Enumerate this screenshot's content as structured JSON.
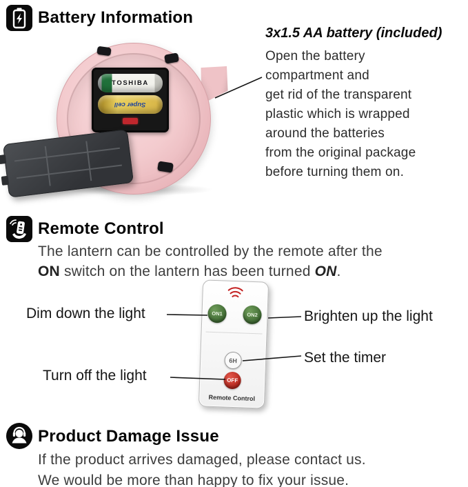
{
  "colors": {
    "button_green": "#4a7a3d",
    "button_red": "#c0332a",
    "ir_red": "#c42222",
    "lantern_pink": "#f0c6c9",
    "cover_gray": "#3f4245"
  },
  "icons": {
    "battery": "battery-icon",
    "remote": "remote-hand-icon",
    "damage": "customer-service-icon"
  },
  "battery_section": {
    "heading": "Battery Information",
    "callout_title": "3x1.5 AA battery (included)",
    "callout_lines": [
      "Open the battery",
      "compartment and",
      "get rid of the transparent",
      "plastic which is wrapped",
      "around the batteries",
      "from the original package",
      "before turning them on."
    ],
    "battery1_brand": "TOSHIBA",
    "battery2_brand": "Super cell"
  },
  "remote_section": {
    "heading": "Remote Control",
    "desc_line1": "The lantern can be controlled by the remote after the",
    "desc_bold1": "ON",
    "desc_mid": " switch on the lantern has been turned ",
    "desc_bold2": "ON",
    "desc_period": ".",
    "label_dim": "Dim down the light",
    "label_brighten": "Brighten up the light",
    "label_timer": "Set the timer",
    "label_off": "Turn off the light",
    "remote": {
      "btn_on1": "ON1",
      "btn_on2": "ON2",
      "btn_timer": "6H",
      "btn_off": "OFF",
      "label": "Remote Control"
    }
  },
  "damage_section": {
    "heading": "Product Damage Issue",
    "line1": "If the product arrives damaged, please contact us.",
    "line2": "We would be more than happy to fix your issue."
  }
}
